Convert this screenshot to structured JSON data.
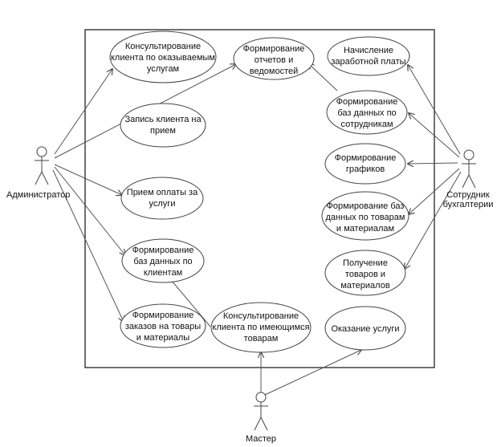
{
  "actors": {
    "admin": {
      "label": "Администратор"
    },
    "accountant": {
      "label_lines": [
        "Сотрудник",
        "бухгалтерии"
      ]
    },
    "master": {
      "label": "Мастер"
    }
  },
  "use_cases": {
    "uc_consult_services": [
      "Консультирование",
      "клиента по оказываемым",
      "услугам"
    ],
    "uc_reports": [
      "Формирование",
      "отчетов и",
      "ведомостей"
    ],
    "uc_salary": [
      "Начисление",
      "заработной платы"
    ],
    "uc_appointment": [
      "Запись клиента на",
      "прием"
    ],
    "uc_db_employees": [
      "Формирование",
      "баз данных по",
      "сотрудникам"
    ],
    "uc_schedules": [
      "Формирование",
      "графиков"
    ],
    "uc_payment": [
      "Прием оплаты за",
      "услуги"
    ],
    "uc_db_goods": [
      "Формирование баз",
      "данных по товарам",
      "и материалам"
    ],
    "uc_db_clients": [
      "Формирование",
      "баз данных по",
      "клиентам"
    ],
    "uc_receive_goods": [
      "Получение",
      "товаров и",
      "материалов"
    ],
    "uc_orders": [
      "Формирование",
      "заказов на товары",
      "и материалы"
    ],
    "uc_consult_goods": [
      "Консультирование",
      "клиента по имеющимся",
      "товарам"
    ],
    "uc_service": [
      "Оказание услуги"
    ]
  },
  "colors": {
    "line": "#555555",
    "ellipse_fill": "#ffffff",
    "border": "#222222"
  }
}
